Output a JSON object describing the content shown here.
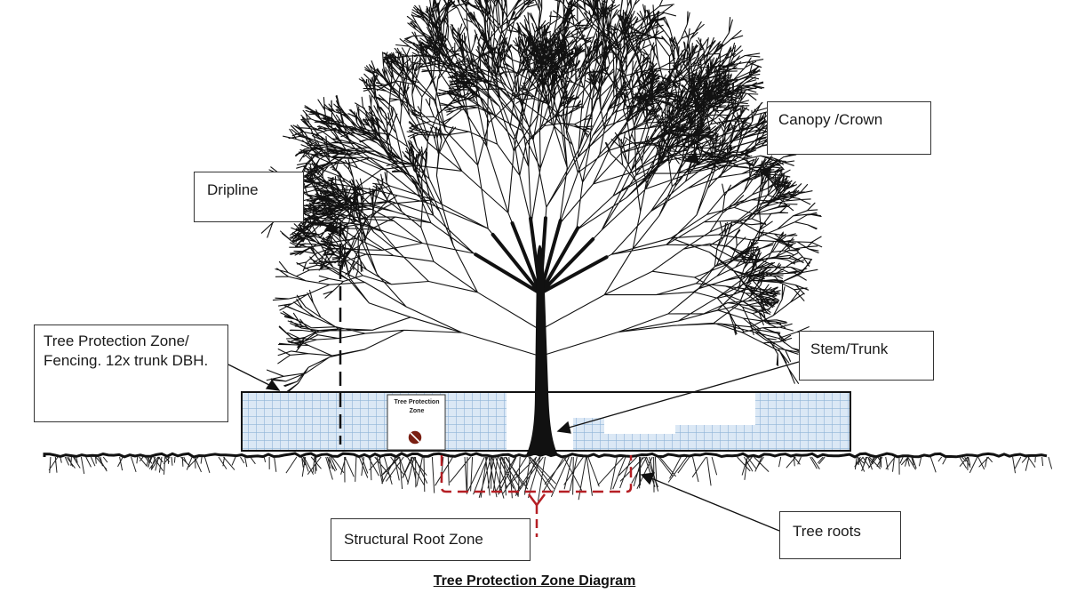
{
  "title": "Tree Protection Zone Diagram",
  "labels": {
    "canopy": "Canopy /Crown",
    "dripline": "Dripline",
    "tpz": "Tree Protection Zone/ Fencing. 12x trunk DBH.",
    "stem": "Stem/Trunk",
    "roots": "Tree roots",
    "structural_root_zone": "Structural Root Zone"
  },
  "sign": {
    "text": "Tree Protection Zone"
  },
  "colors": {
    "fence_mesh": "#8fb4d8",
    "fence_fill": "#dbe8f5",
    "root_zone": "#b51f24",
    "ink": "#111111",
    "sign_badge": "#7a1f12"
  }
}
